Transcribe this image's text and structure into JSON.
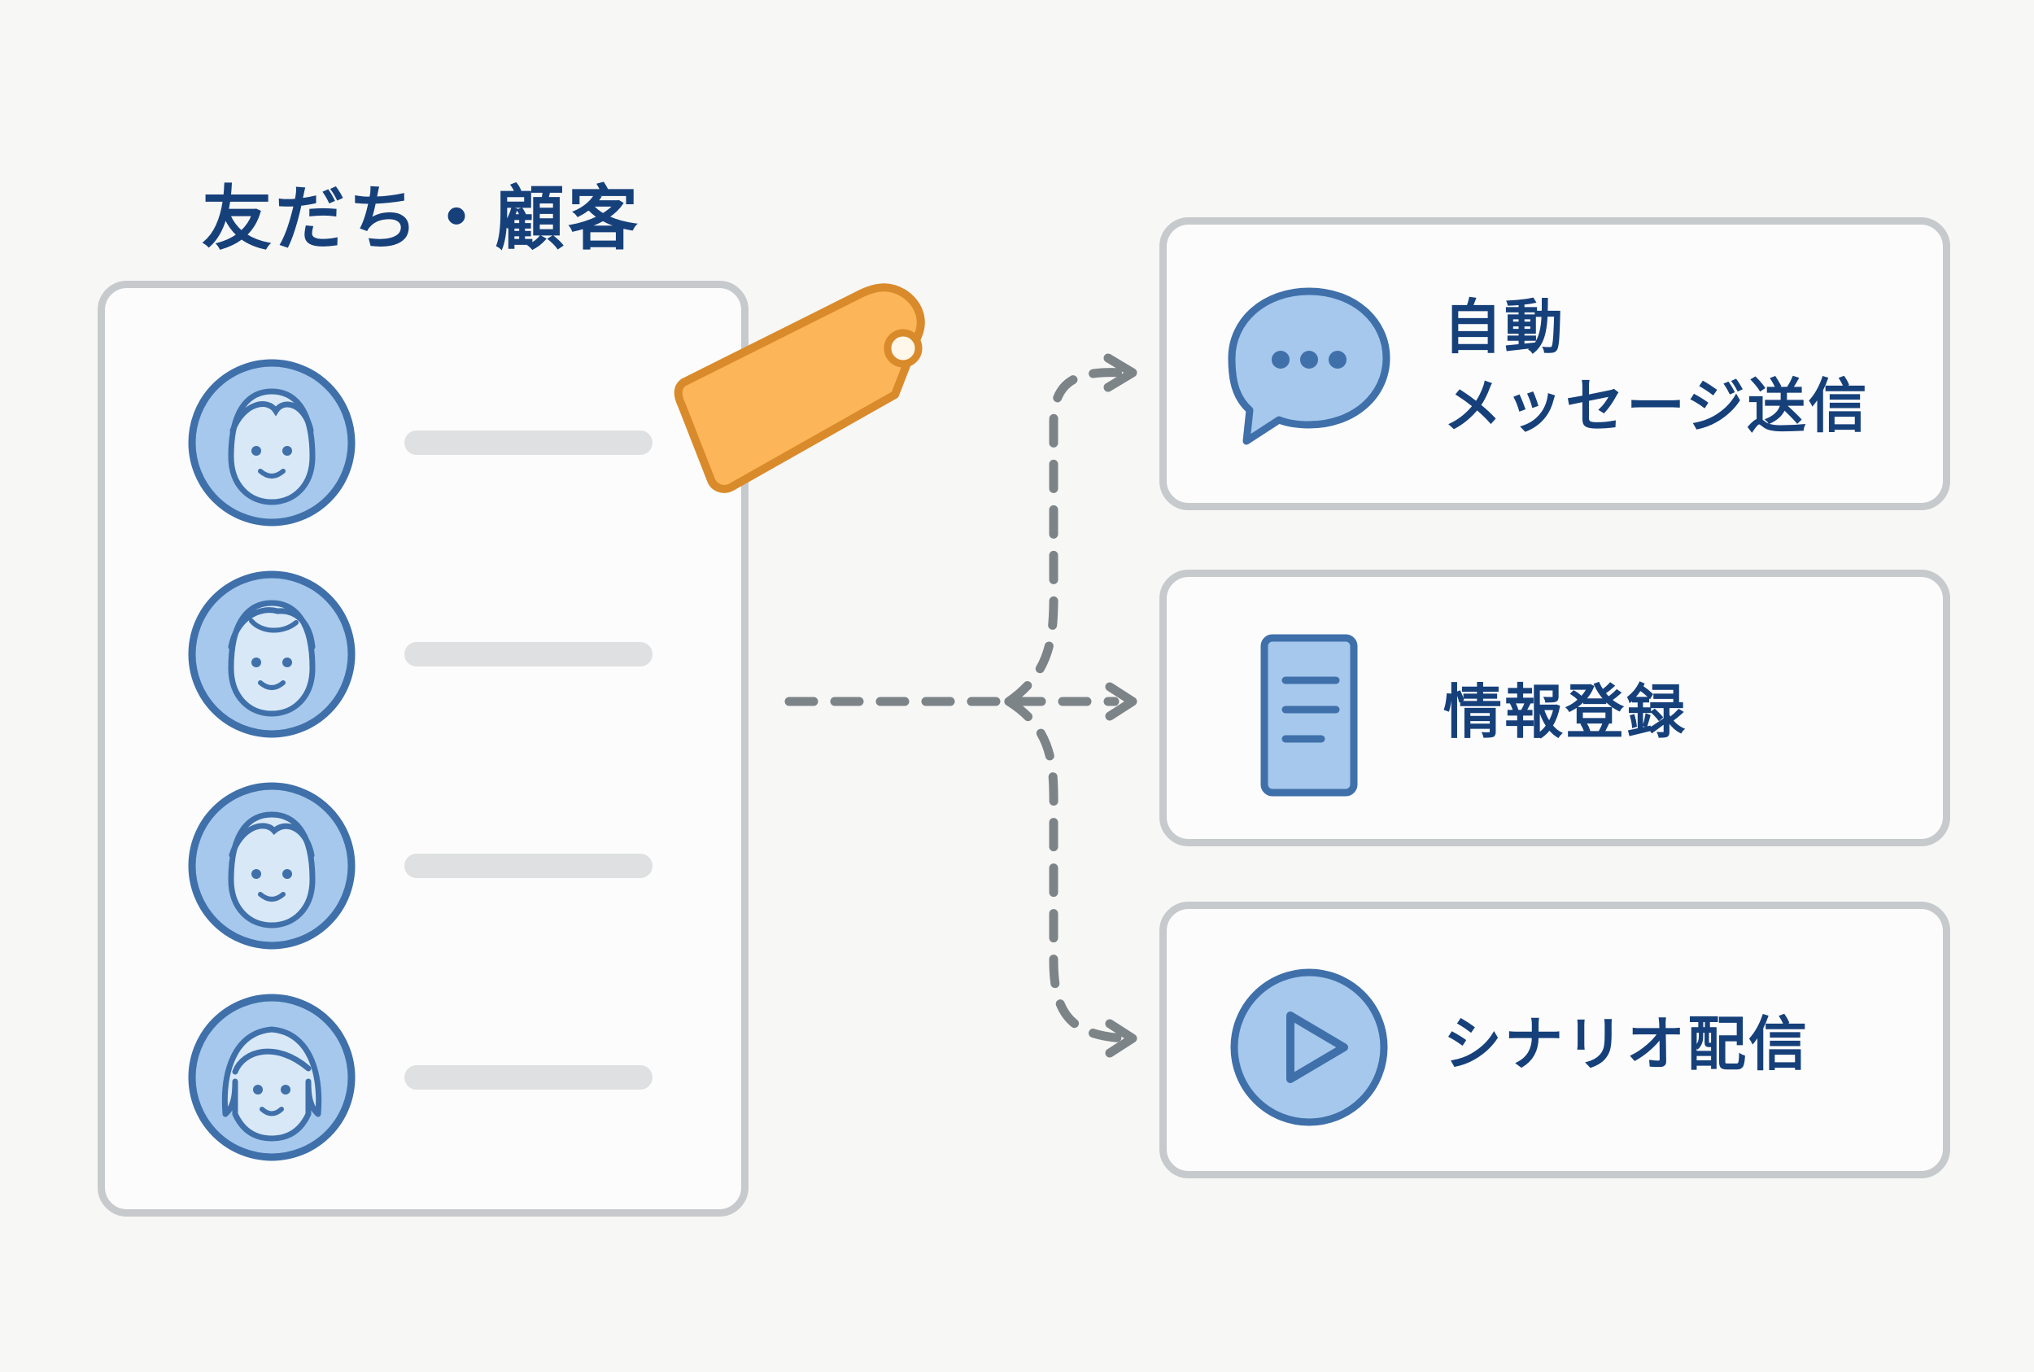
{
  "title": "友だち・顧客",
  "friends": [
    {
      "avatar_icon": "person-face-icon"
    },
    {
      "avatar_icon": "person-face-icon"
    },
    {
      "avatar_icon": "person-face-icon"
    },
    {
      "avatar_icon": "person-face-icon"
    }
  ],
  "tag_icon": "tag-icon",
  "actions": [
    {
      "icon": "speech-bubble-icon",
      "label_line1": "自動",
      "label_line2": "メッセージ送信"
    },
    {
      "icon": "document-icon",
      "label_line1": "情報登録",
      "label_line2": ""
    },
    {
      "icon": "play-icon",
      "label_line1": "シナリオ配信",
      "label_line2": ""
    }
  ],
  "colors": {
    "title_text": "#16407a",
    "icon_fill": "#a5c8ec",
    "icon_stroke": "#3f70aa",
    "tag_fill": "#fdb55a",
    "tag_stroke": "#d98a2a",
    "connector": "#7d8488",
    "card_border": "#c6cacd"
  }
}
